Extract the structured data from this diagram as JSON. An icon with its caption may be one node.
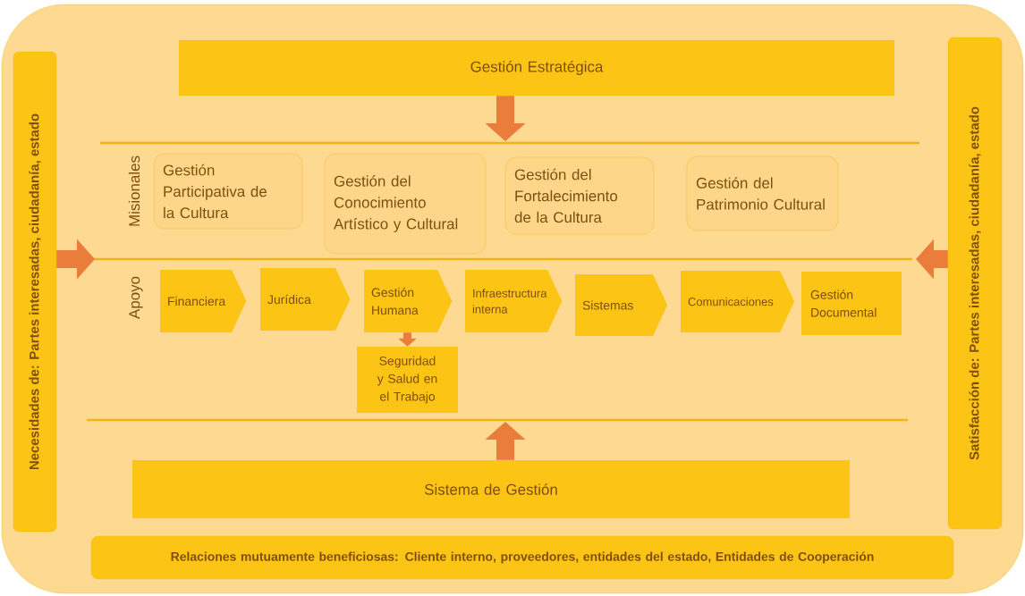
{
  "diagram": {
    "nodes": [
      {
        "text": [
          "Gestión Estratégica"
        ]
      },
      {
        "text": [
          "Necesidades de: Partes interesadas, ciudadanía, estado"
        ]
      },
      {
        "text": [
          "Satisfacción de: Partes interesadas, ciudadanía, estado"
        ]
      },
      {
        "text": [
          "Gestión Participativa de la Cultura"
        ]
      },
      {
        "text": [
          "Gestión del Conocimiento Artístico y Cultural"
        ]
      },
      {
        "text": [
          "Gestión del Fortalecimiento de la Cultura"
        ]
      },
      {
        "text": [
          "Gestión del Patrimonio Cultural"
        ]
      },
      {
        "text": [
          "Financiera"
        ]
      },
      {
        "text": [
          "Jurídica"
        ]
      },
      {
        "text": [
          "Gestión Humana"
        ]
      },
      {
        "text": [
          "Infraestructura interna"
        ]
      },
      {
        "text": [
          "Sistemas"
        ]
      },
      {
        "text": [
          "Comunicaciones"
        ]
      },
      {
        "text": [
          "Gestión Documental"
        ]
      },
      {
        "text": [
          "Seguridad y Salud en el Trabajo"
        ]
      },
      {
        "text": [
          "Sistema de Gestión"
        ]
      },
      {
        "text": [
          "Relaciones mutuamente beneficiosas: Cliente interno, proveedores, entidades del estado, Entidades de Cooperación"
        ]
      }
    ],
    "edges": [
      {
        "from": 0,
        "to": null,
        "arrow": "to"
      },
      {
        "from": 1,
        "to": null,
        "arrow": "to"
      },
      {
        "from": 2,
        "to": null,
        "arrow": "to"
      },
      {
        "from": 9,
        "to": 14,
        "arrow": "to"
      },
      {
        "from": 15,
        "to": null,
        "arrow": "to"
      }
    ],
    "labels": [
      "Misionales",
      "Apoyo"
    ]
  }
}
